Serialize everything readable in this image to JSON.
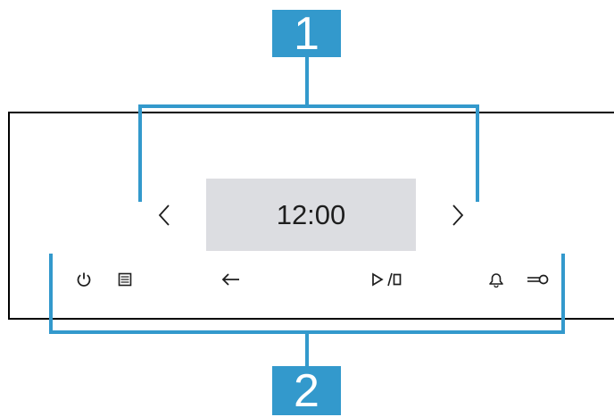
{
  "colors": {
    "accent": "#3399cc",
    "panel_outline": "#000000",
    "leader_lines": "#3399cc",
    "display_bg": "#dcdde1",
    "icon": "#1e1e1e"
  },
  "callouts": {
    "top": "1",
    "bottom": "2"
  },
  "display": {
    "time": "12:00"
  },
  "controls": {
    "nav_left_icon": "chevron-left-icon",
    "nav_right_icon": "chevron-right-icon",
    "power_icon": "power-icon",
    "menu_icon": "menu-list-icon",
    "back_icon": "back-arrow-icon",
    "play_stop_icon": "play-stop-icon",
    "timer_icon": "bell-icon",
    "child_lock_icon": "key-icon"
  }
}
